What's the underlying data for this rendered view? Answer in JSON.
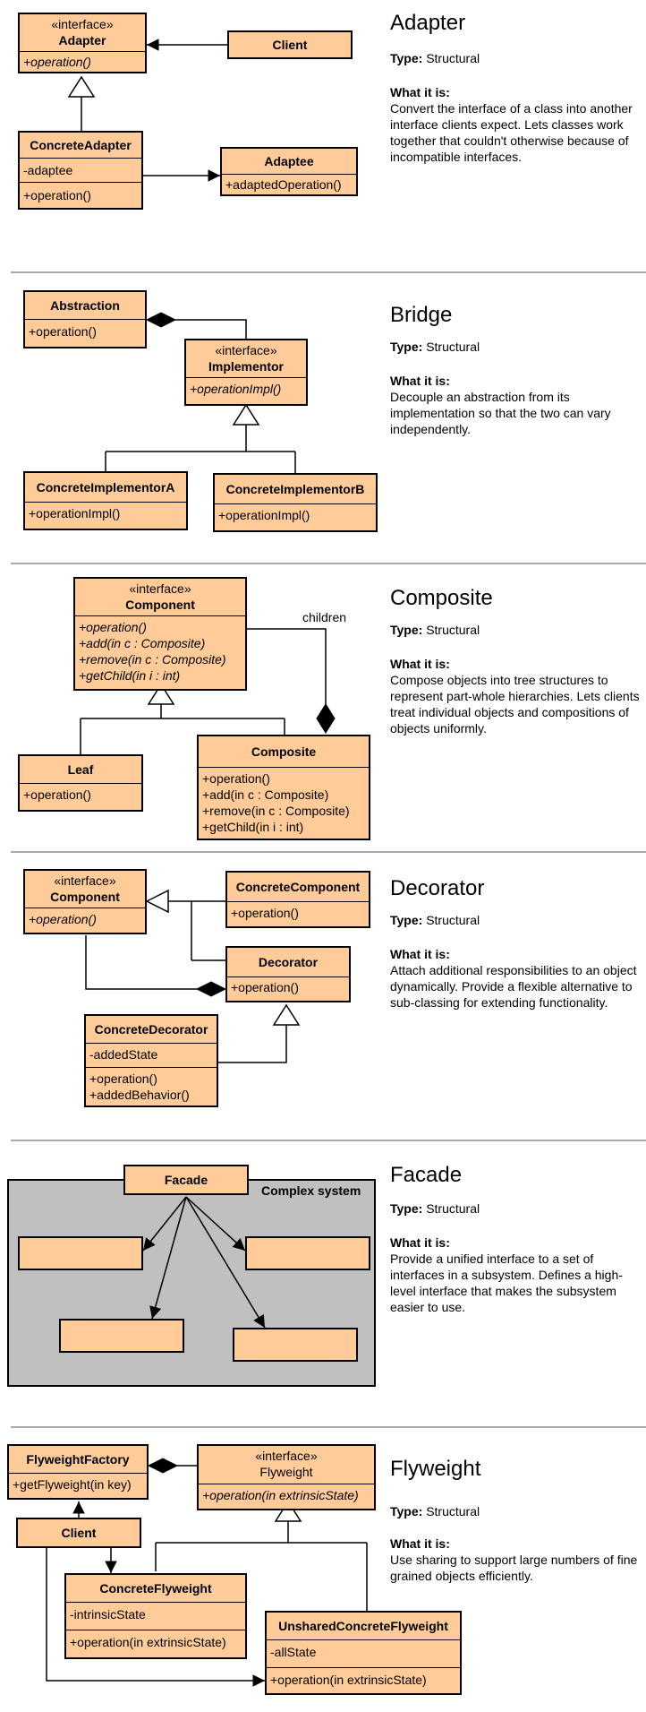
{
  "patterns": [
    {
      "title": "Adapter",
      "type_label": "Type:",
      "type_value": "Structural",
      "what_label": "What it is:",
      "description": "Convert the interface of a class into another interface clients expect. Lets classes work together that couldn't otherwise because of incompatible interfaces.",
      "classes": {
        "adapter": {
          "stereotype": "«interface»",
          "name": "Adapter",
          "ops": [
            "+operation()"
          ]
        },
        "client": {
          "name": "Client"
        },
        "concrete_adapter": {
          "name": "ConcreteAdapter",
          "attrs": [
            "-adaptee"
          ],
          "ops": [
            "+operation()"
          ]
        },
        "adaptee": {
          "name": "Adaptee",
          "ops": [
            "+adaptedOperation()"
          ]
        }
      }
    },
    {
      "title": "Bridge",
      "type_label": "Type:",
      "type_value": "Structural",
      "what_label": "What it is:",
      "description": "Decouple an abstraction from its implementation so that the two can vary independently.",
      "classes": {
        "abstraction": {
          "name": "Abstraction",
          "ops": [
            "+operation()"
          ]
        },
        "implementor": {
          "stereotype": "«interface»",
          "name": "Implementor",
          "ops": [
            "+operationImpl()"
          ]
        },
        "concrete_impl_a": {
          "name": "ConcreteImplementorA",
          "ops": [
            "+operationImpl()"
          ]
        },
        "concrete_impl_b": {
          "name": "ConcreteImplementorB",
          "ops": [
            "+operationImpl()"
          ]
        }
      }
    },
    {
      "title": "Composite",
      "type_label": "Type:",
      "type_value": "Structural",
      "what_label": "What it is:",
      "description": "Compose objects into tree structures to represent part-whole hierarchies. Lets clients treat individual objects and compositions of objects uniformly.",
      "children_label": "children",
      "classes": {
        "component": {
          "stereotype": "«interface»",
          "name": "Component",
          "ops": [
            "+operation()",
            "+add(in c : Composite)",
            "+remove(in c : Composite)",
            "+getChild(in i : int)"
          ]
        },
        "leaf": {
          "name": "Leaf",
          "ops": [
            "+operation()"
          ]
        },
        "composite": {
          "name": "Composite",
          "ops": [
            "+operation()",
            "+add(in c : Composite)",
            "+remove(in c : Composite)",
            "+getChild(in i : int)"
          ]
        }
      }
    },
    {
      "title": "Decorator",
      "type_label": "Type:",
      "type_value": "Structural",
      "what_label": "What it is:",
      "description": "Attach additional responsibilities to an object dynamically. Provide a flexible alternative to sub-classing for extending functionality.",
      "classes": {
        "component": {
          "stereotype": "«interface»",
          "name": "Component",
          "ops": [
            "+operation()"
          ]
        },
        "concrete_component": {
          "name": "ConcreteComponent",
          "ops": [
            "+operation()"
          ]
        },
        "decorator": {
          "name": "Decorator",
          "ops": [
            "+operation()"
          ]
        },
        "concrete_decorator": {
          "name": "ConcreteDecorator",
          "attrs": [
            "-addedState"
          ],
          "ops": [
            "+operation()",
            "+addedBehavior()"
          ]
        }
      }
    },
    {
      "title": "Facade",
      "type_label": "Type:",
      "type_value": "Structural",
      "what_label": "What it is:",
      "description": "Provide a unified interface to a set of interfaces in a subsystem. Defines a high-level interface that makes the subsystem easier to use.",
      "facade_name": "Facade",
      "system_label": "Complex system"
    },
    {
      "title": "Flyweight",
      "type_label": "Type:",
      "type_value": "Structural",
      "what_label": "What it is:",
      "description": "Use sharing to support large numbers of fine grained objects efficiently.",
      "classes": {
        "factory": {
          "name": "FlyweightFactory",
          "ops": [
            "+getFlyweight(in key)"
          ]
        },
        "flyweight": {
          "stereotype": "«interface»",
          "name": "Flyweight",
          "ops": [
            "+operation(in extrinsicState)"
          ]
        },
        "client": {
          "name": "Client"
        },
        "concrete": {
          "name": "ConcreteFlyweight",
          "attrs": [
            "-intrinsicState"
          ],
          "ops": [
            "+operation(in extrinsicState)"
          ]
        },
        "unshared": {
          "name": "UnsharedConcreteFlyweight",
          "attrs": [
            "-allState"
          ],
          "ops": [
            "+operation(in extrinsicState)"
          ]
        }
      }
    }
  ]
}
